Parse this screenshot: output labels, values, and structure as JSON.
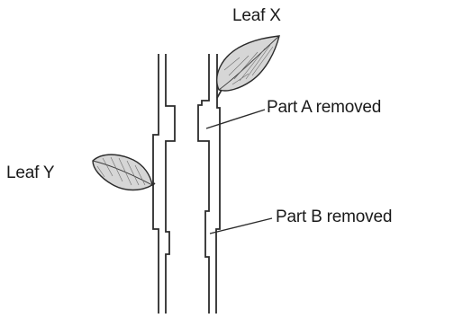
{
  "labels": {
    "leaf_x": "Leaf X",
    "part_a": "Part A removed",
    "leaf_y": "Leaf Y",
    "part_b": "Part B removed"
  },
  "icons": {
    "leaf_x": "leaf-icon",
    "leaf_y": "leaf-icon"
  },
  "colors": {
    "line": "#2b2b2b",
    "leaf_fill": "#d6d6d6",
    "background": "#ffffff"
  }
}
